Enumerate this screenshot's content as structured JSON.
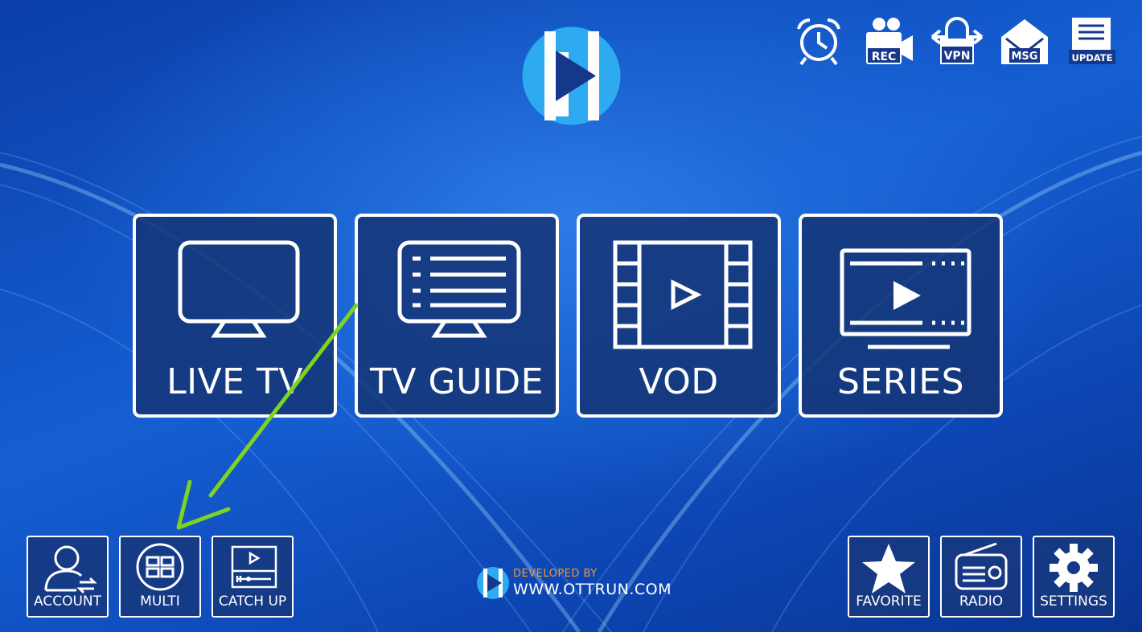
{
  "colors": {
    "tile_border": "#ffffff",
    "logo_blue": "#2eaaf0",
    "developer_label": "#f29a2e",
    "annotation_arrow": "#7ed321"
  },
  "logo": {
    "icon": "play-logo-icon"
  },
  "top_icons": [
    {
      "name": "alarm-icon",
      "label": ""
    },
    {
      "name": "record-icon",
      "label": "REC"
    },
    {
      "name": "vpn-icon",
      "label": "VPN"
    },
    {
      "name": "message-icon",
      "label": "MSG"
    },
    {
      "name": "update-icon",
      "label": "UPDATE"
    }
  ],
  "tiles": [
    {
      "label": "LIVE TV",
      "icon": "tv-icon"
    },
    {
      "label": "TV GUIDE",
      "icon": "tv-guide-icon"
    },
    {
      "label": "VOD",
      "icon": "film-play-icon"
    },
    {
      "label": "SERIES",
      "icon": "series-player-icon"
    }
  ],
  "bottom_left": [
    {
      "label": "ACCOUNT",
      "icon": "account-switch-icon"
    },
    {
      "label": "MULTI",
      "icon": "multi-screen-icon"
    },
    {
      "label": "CATCH UP",
      "icon": "catch-up-icon"
    }
  ],
  "bottom_right": [
    {
      "label": "FAVORITE",
      "icon": "star-icon"
    },
    {
      "label": "RADIO",
      "icon": "radio-icon"
    },
    {
      "label": "SETTINGS",
      "icon": "gear-icon"
    }
  ],
  "developer": {
    "label": "DEVELOPED BY",
    "url": "WWW.OTTRUN.COM"
  }
}
